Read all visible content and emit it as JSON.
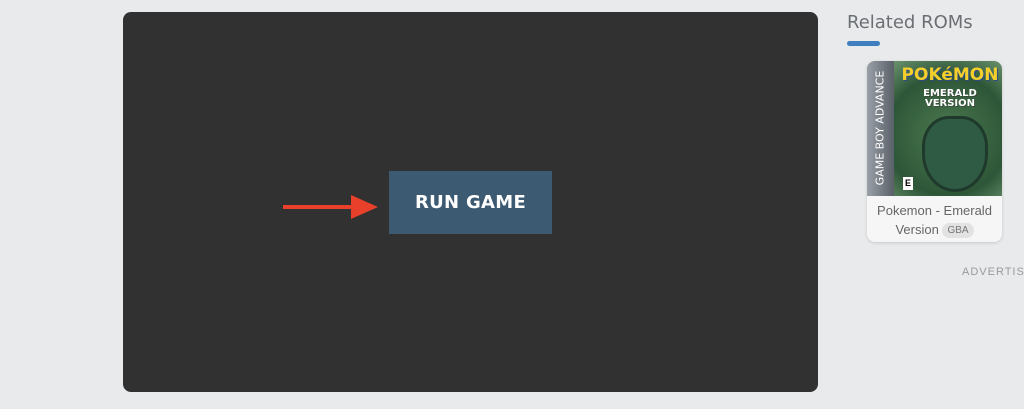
{
  "player": {
    "run_label": "RUN GAME",
    "button_color": "#3d5a73",
    "arrow_color": "#e8402a"
  },
  "sidebar": {
    "title": "Related ROMs",
    "accent": "#3f7fbf",
    "roms": [
      {
        "name": "Pokemon - Emerald Version",
        "name_line1": "Pokemon - Emerald",
        "name_line2": "Version",
        "platform": "GBA",
        "cover_text": {
          "logo": "POKéMON",
          "subtitle": "EMERALD VERSION",
          "console": "GAME BOY ADVANCE",
          "rating": "E"
        }
      }
    ]
  },
  "advert_label": "ADVERTISEMENT"
}
